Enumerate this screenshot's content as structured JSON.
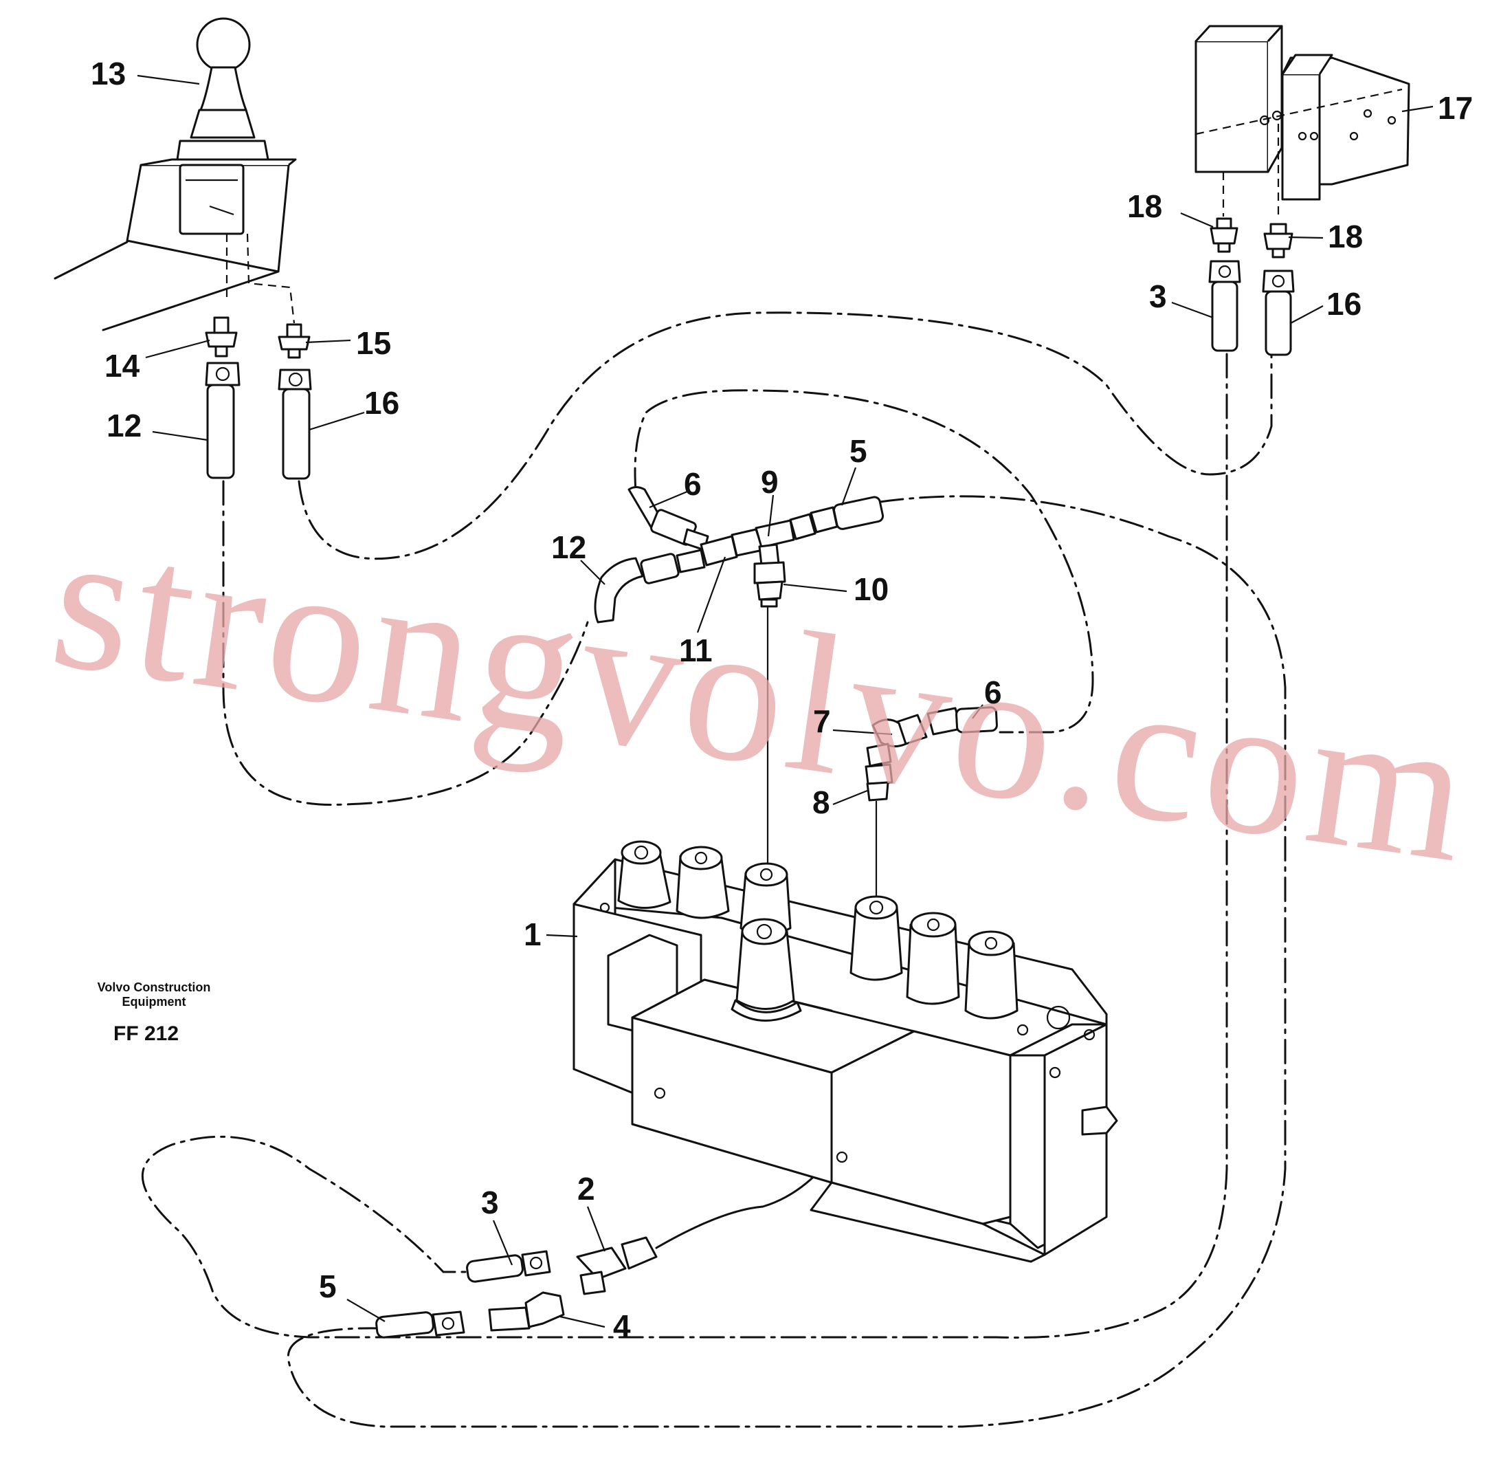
{
  "watermark": "strongvolvo.com",
  "caption": {
    "line1": "Volvo Construction",
    "line2": "Equipment",
    "code": "FF 212"
  },
  "callouts": {
    "c13": "13",
    "c14": "14",
    "c15": "15",
    "c16_left": "16",
    "c12_left": "12",
    "c17": "17",
    "c18_left": "18",
    "c18_right": "18",
    "c3_top": "3",
    "c16_right": "16",
    "c6_top": "6",
    "c9": "9",
    "c5_top": "5",
    "c12_mid": "12",
    "c10": "10",
    "c11": "11",
    "c7": "7",
    "c6_mid": "6",
    "c8": "8",
    "c1": "1",
    "c3_bottom": "3",
    "c2": "2",
    "c5_bottom": "5",
    "c4": "4"
  }
}
